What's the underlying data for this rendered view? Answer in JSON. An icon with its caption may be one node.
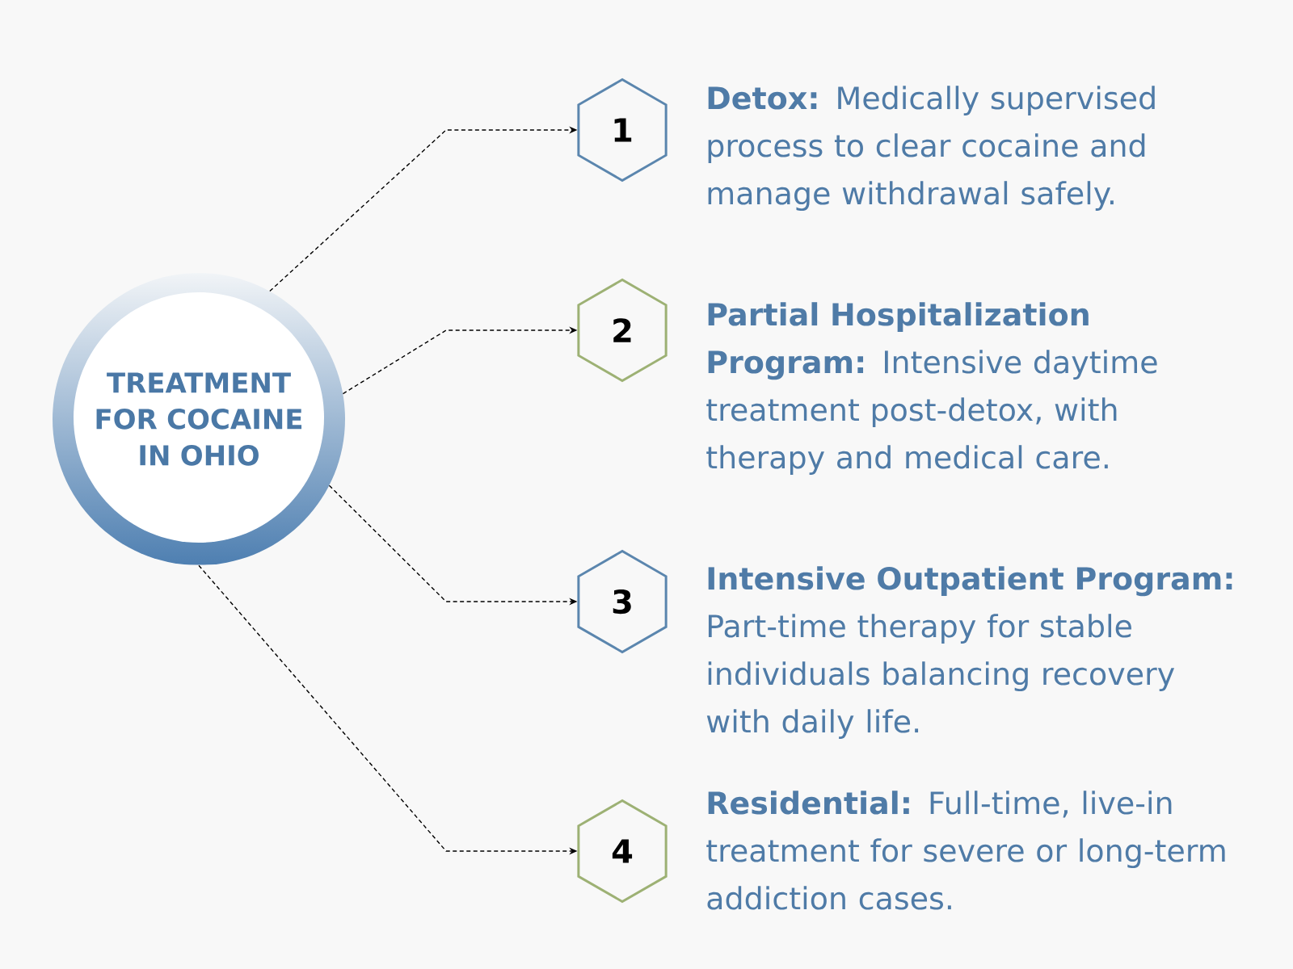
{
  "diagram": {
    "nodes": [
      {
        "text": [
          "TREATMENT FOR COCAINE IN OHIO"
        ]
      },
      {
        "text": [
          "1"
        ],
        "beside": [
          "**Detox:** Medically supervised process to clear cocaine and manage withdrawal safely."
        ]
      },
      {
        "text": [
          "2"
        ],
        "beside": [
          "**Partial Hospitalization Program:** Intensive daytime treatment post-detox, with therapy and medical care."
        ]
      },
      {
        "text": [
          "3"
        ],
        "beside": [
          "**Intensive Outpatient Program:** Part-time therapy for stable individuals balancing recovery with daily life."
        ]
      },
      {
        "text": [
          "4"
        ],
        "beside": [
          "**Residential:** Full-time, live-in treatment for severe or long-term addiction cases."
        ]
      }
    ],
    "edges": [
      {
        "from": 0,
        "to": 1,
        "arrow": "to",
        "style": "dashed"
      },
      {
        "from": 0,
        "to": 2,
        "arrow": "to",
        "style": "dashed"
      },
      {
        "from": 0,
        "to": 3,
        "arrow": "to",
        "style": "dashed"
      },
      {
        "from": 0,
        "to": 4,
        "arrow": "to",
        "style": "dashed"
      }
    ]
  }
}
